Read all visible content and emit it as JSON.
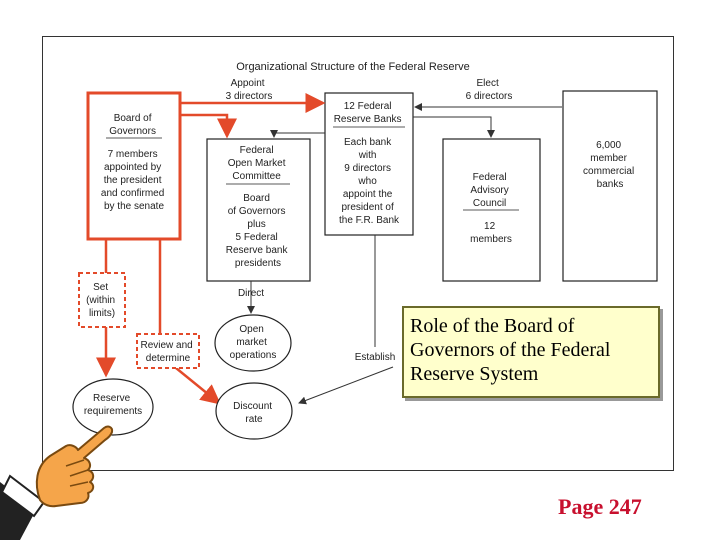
{
  "diagram": {
    "title": "Organizational Structure of the Federal Reserve",
    "appoint": [
      "Appoint",
      "3 directors"
    ],
    "elect": [
      "Elect",
      "6 directors"
    ],
    "board": [
      "Board of",
      "Governors",
      "7 members",
      "appointed by",
      "the president",
      "and confirmed",
      "by the senate"
    ],
    "fomc": [
      "Federal",
      "Open Market",
      "Committee",
      "Board",
      "of Governors",
      "plus",
      "5 Federal",
      "Reserve bank",
      "presidents"
    ],
    "reserve_banks": [
      "12 Federal",
      "Reserve Banks",
      "Each bank",
      "with",
      "9 directors",
      "who",
      "appoint the",
      "president of",
      "the F.R. Bank"
    ],
    "advisory": [
      "Federal",
      "Advisory",
      "Council",
      "12",
      "members"
    ],
    "commercial": [
      "6,000",
      "member",
      "commercial",
      "banks"
    ],
    "set": [
      "Set",
      "(within",
      "limits)"
    ],
    "review": [
      "Review and",
      "determine"
    ],
    "direct": "Direct",
    "establish": "Establish",
    "open_market": [
      "Open",
      "market",
      "operations"
    ],
    "reserve_req": [
      "Reserve",
      "requirements"
    ],
    "discount": [
      "Discount",
      "rate"
    ]
  },
  "callout_text": "Role of the Board of Governors of the Federal Reserve System",
  "page_label": "Page 247",
  "colors": {
    "highlight": "#e34a2a",
    "callout_bg": "#ffffcc",
    "page_label": "#c8102e"
  }
}
